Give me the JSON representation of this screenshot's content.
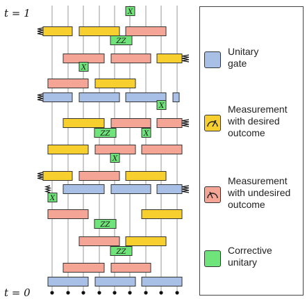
{
  "labels": {
    "t_top": "t = 1",
    "t_bottom": "t = 0"
  },
  "gate_text": {
    "zz": "ZZ",
    "x": "X"
  },
  "colors": {
    "unitary": "#a9c0e6",
    "desired": "#f7cf2f",
    "undesired": "#f4a596",
    "corrective": "#6ee47a",
    "wire": "#9a9a9a",
    "border": "#333333"
  },
  "legend": {
    "items": [
      {
        "lines": [
          "Unitary",
          "gate"
        ],
        "color": "#a9c0e6",
        "icon": "none"
      },
      {
        "lines": [
          "Measurement",
          "with desired",
          "outcome"
        ],
        "color": "#f7cf2f",
        "icon": "meter-icon"
      },
      {
        "lines": [
          "Measurement",
          "with undesired",
          "outcome"
        ],
        "color": "#f4a596",
        "icon": "meter-icon"
      },
      {
        "lines": [
          "Corrective",
          "unitary"
        ],
        "color": "#6ee47a",
        "icon": "none"
      }
    ]
  }
}
